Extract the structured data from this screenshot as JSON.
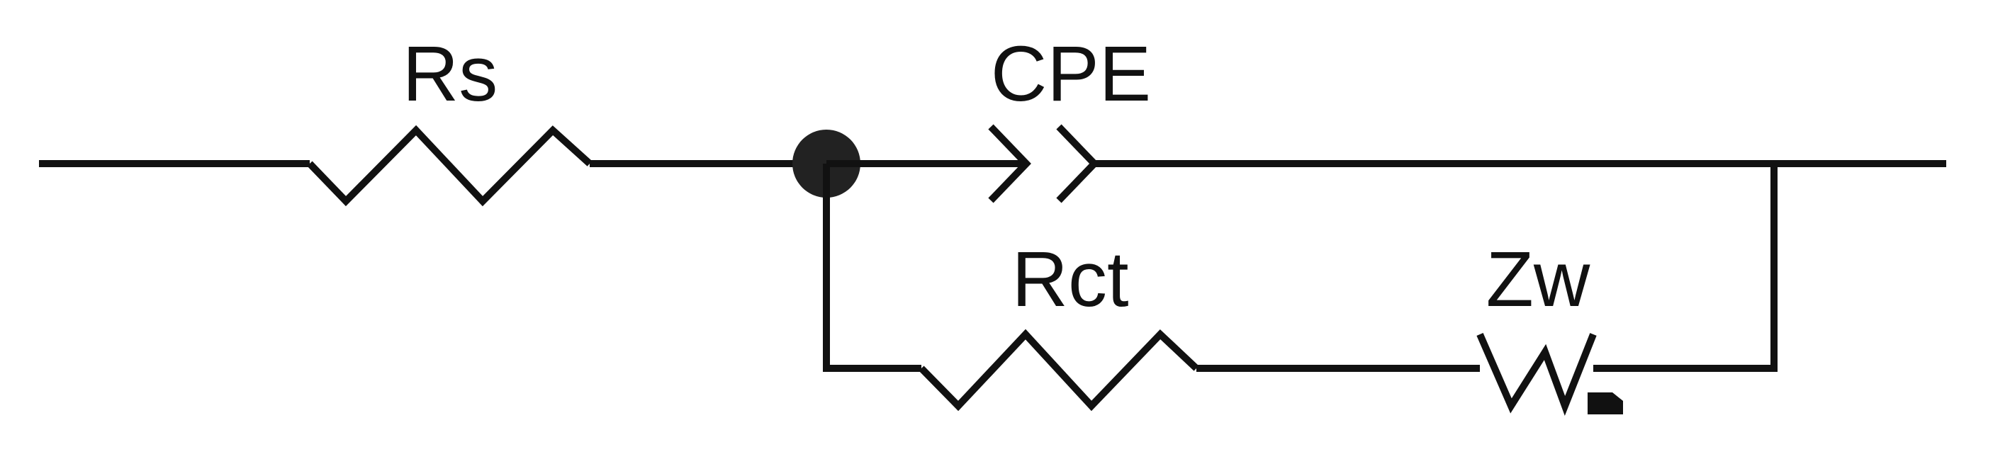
{
  "labels": {
    "rs": "Rs",
    "cpe": "CPE",
    "rct": "Rct",
    "zw": "Zw"
  },
  "colors": {
    "stroke": "#111111",
    "background": "#ffffff"
  }
}
